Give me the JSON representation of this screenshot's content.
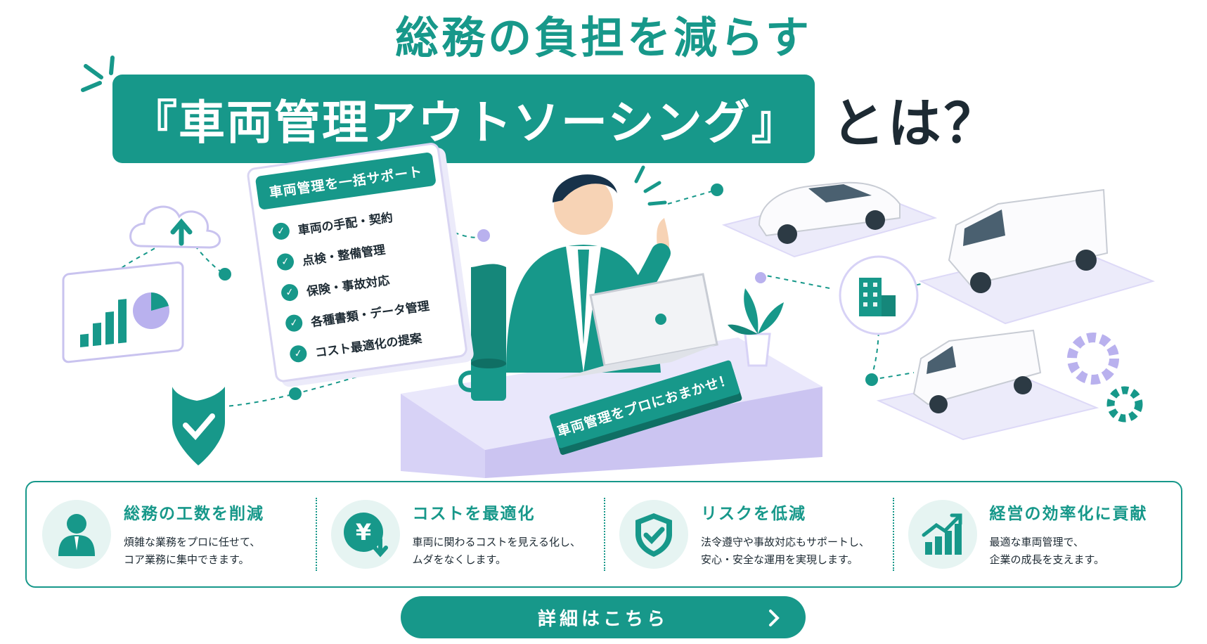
{
  "headline": {
    "line1": "総務の負担を減らす",
    "line2_boxed": "『車両管理アウトソーシング』",
    "line2_tail": "とは？"
  },
  "checklist": {
    "title": "車両管理を一括サポート",
    "items": [
      "車両の手配・契約",
      "点検・整備管理",
      "保険・事故対応",
      "各種書類・データ管理",
      "コスト最適化の提案"
    ]
  },
  "desk_sign": "車両管理をプロにおまかせ！",
  "benefits": [
    {
      "icon": "person-icon",
      "title": "総務の工数を削減",
      "desc_line1": "煩雑な業務をプロに任せて、",
      "desc_line2": "コア業務に集中できます。"
    },
    {
      "icon": "yen-down-icon",
      "title": "コストを最適化",
      "desc_line1": "車両に関わるコストを見える化し、",
      "desc_line2": "ムダをなくします。"
    },
    {
      "icon": "shield-check-icon",
      "title": "リスクを低減",
      "desc_line1": "法令遵守や事故対応もサポートし、",
      "desc_line2": "安心・安全な運用を実現します。"
    },
    {
      "icon": "growth-chart-icon",
      "title": "経営の効率化に貢献",
      "desc_line1": "最適な車両管理で、",
      "desc_line2": "企業の成長を支えます。"
    }
  ],
  "cta": {
    "label": "詳細はこちら"
  },
  "colors": {
    "teal": "#17988a",
    "teal_light": "#e6f4f2",
    "lavender": "#ecebfa",
    "text_dark": "#1d2a33"
  }
}
